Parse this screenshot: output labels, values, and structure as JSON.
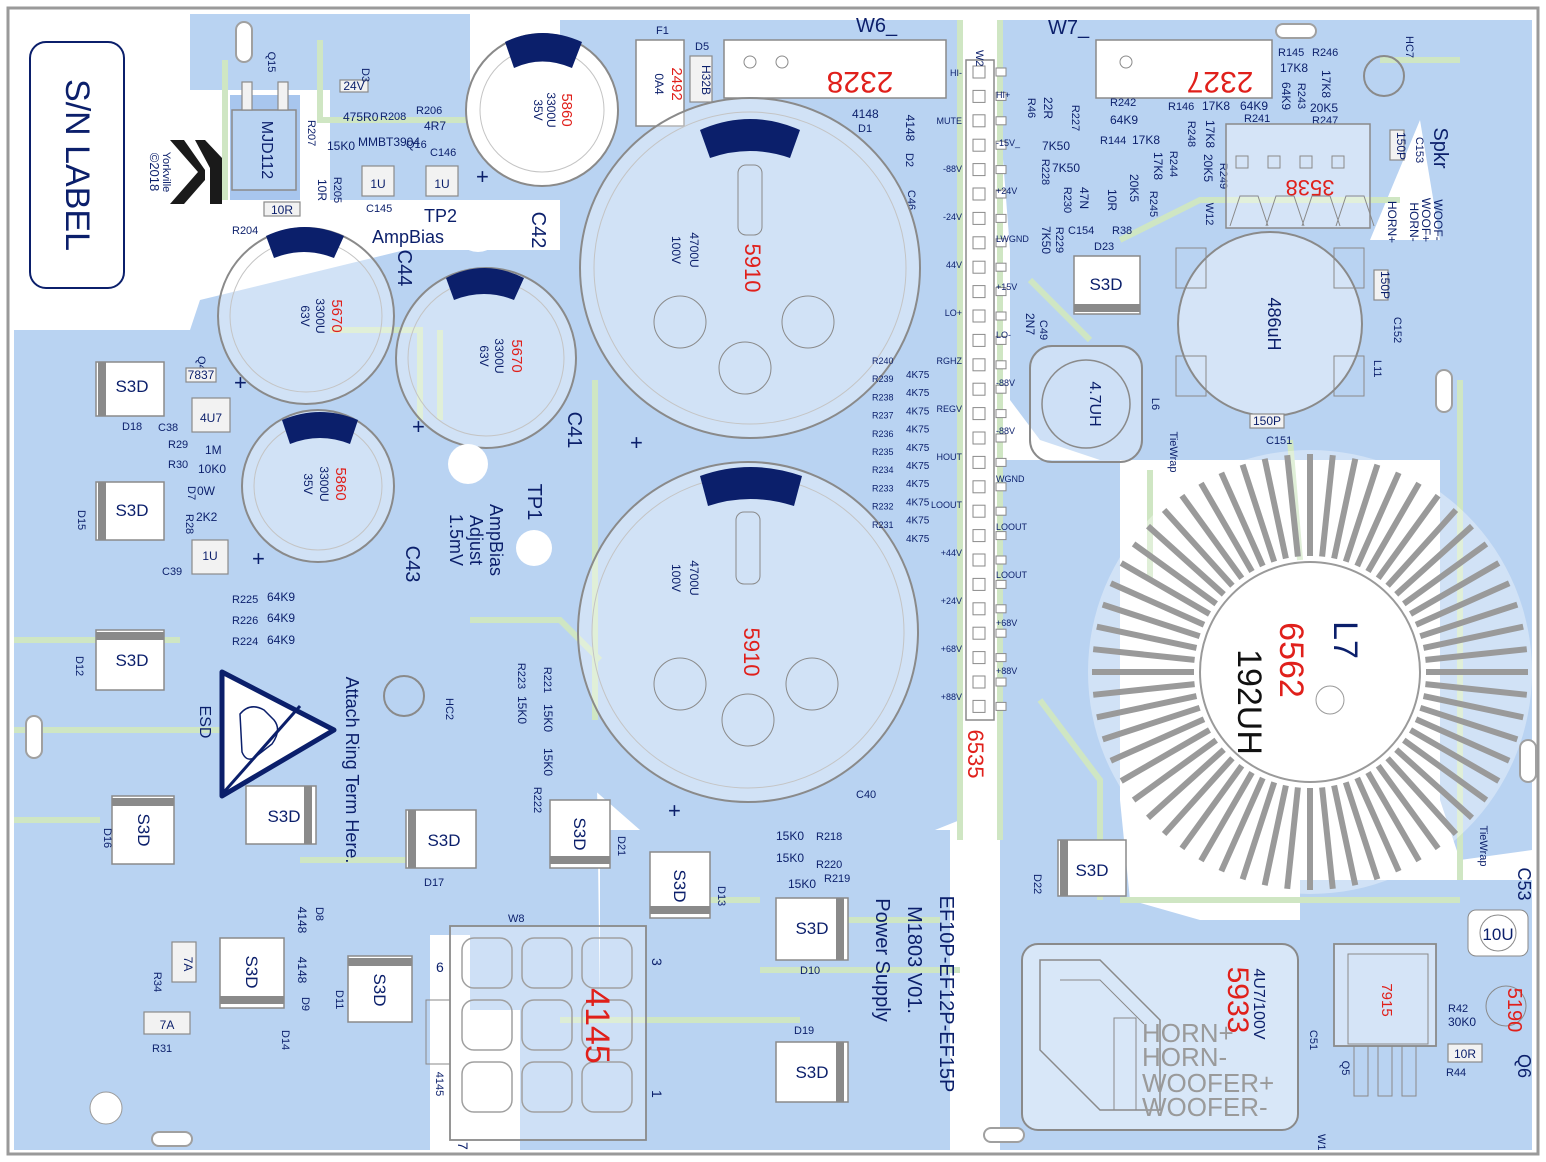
{
  "colors": {
    "board": "#ffffff",
    "copper": "#b9d3f2",
    "copper_dark": "#a8c6ee",
    "trace": "#cfe6c3",
    "silkscreen": "#0b1f6b",
    "part_number": "#e0201b",
    "outline": "#8a8a8a",
    "polarity_band": "#0b1f6b"
  },
  "board": {
    "sn_label": "S/N LABEL",
    "copyright": "©2018",
    "brand": "Yorkville",
    "title_line1": "EF10P-EF12P-EF15P",
    "title_line2": "M1803  V01.",
    "title_line3": "Power Supply",
    "esd_label": "ESD",
    "attach_note": "Attach Ring Term Here.",
    "tp2_label": "TP2",
    "tp2_desc": "AmpBias",
    "tp1_label": "TP1",
    "tp1_desc_1": "AmpBias",
    "tp1_desc_2": "Adjust",
    "tp1_desc_3": "1.5mV",
    "hc7": "HC7",
    "hc2": "HC2",
    "tie_wrap": "TieWrap"
  },
  "capacitors": {
    "c42": {
      "ref": "C42",
      "value": "3300U",
      "voltage": "35V",
      "pn": "5860"
    },
    "c44": {
      "ref": "C44",
      "value": "3300U",
      "voltage": "63V",
      "pn": "5670"
    },
    "c41": {
      "ref": "C41",
      "value": "3300U",
      "voltage": "63V",
      "pn": "5670"
    },
    "c43": {
      "ref": "C43",
      "value": "3300U",
      "voltage": "35V",
      "pn": "5860"
    },
    "big_top": {
      "value": "4700U",
      "voltage": "100V",
      "pn": "5910"
    },
    "big_bottom": {
      "value": "4700U",
      "voltage": "100V",
      "pn": "5910"
    },
    "c40": "C40",
    "c51": {
      "ref": "C51",
      "value": "4U7/100V",
      "pn": "5933"
    },
    "c53": {
      "ref": "C53",
      "value": "10U"
    },
    "c145": {
      "ref": "C145",
      "value": "1U"
    },
    "c146": {
      "ref": "C146",
      "value": "1U"
    },
    "c38": {
      "ref": "C38",
      "value": "4U7"
    },
    "c39": {
      "ref": "C39",
      "value": "1U"
    },
    "c151": {
      "ref": "C151",
      "value": "150P"
    },
    "c152": {
      "ref": "C152",
      "value": "150P"
    },
    "c153": {
      "ref": "C153",
      "value": "150P"
    },
    "c154": "C154",
    "c49": {
      "ref": "C49",
      "value": "2N7"
    },
    "c46": "C46",
    "plus": "+"
  },
  "inductors": {
    "l7": {
      "ref": "L7",
      "pn": "6562",
      "value": "192UH"
    },
    "l11": {
      "ref": "L11",
      "value": "486uH"
    },
    "l6": {
      "ref": "L6",
      "value": "4.7UH"
    }
  },
  "connectors": {
    "w6": {
      "ref": "W6_",
      "pn": "2328"
    },
    "w7": {
      "ref": "W7_",
      "pn": "2327"
    },
    "w8": {
      "ref": "W8",
      "pn": "4145",
      "pins": [
        "6",
        "3",
        "7",
        "1"
      ]
    },
    "w12": {
      "ref": "W12",
      "pn": "3538",
      "title": "Spkr",
      "labels": [
        "WOOF-",
        "WOOF+",
        "HORN-",
        "HORN+"
      ]
    },
    "w2": {
      "ref": "W2",
      "pn": "6535"
    },
    "w1_labels": [
      "HORN+",
      "HORN-",
      "WOOFER+",
      "WOOFER-"
    ],
    "w1_ref": "W1"
  },
  "header_left_labels": [
    "HI-",
    "MUTE",
    "-88V",
    "-24V",
    "44V",
    "LO+",
    "RGHZ",
    "REGV",
    "HOUT",
    "LOOUT",
    "+44V",
    "+24V",
    "+68V",
    "+88V"
  ],
  "header_right_labels": [
    "HI+",
    "-15V_",
    "+24V",
    "LWGND",
    "+15V",
    "LO-",
    "-88V",
    "-88V",
    "WGND",
    "LOOUT",
    "LOOUT",
    "+68V",
    "+88V"
  ],
  "resistor_column": {
    "refs": [
      "R240",
      "R239",
      "R238",
      "R237",
      "R236",
      "R235",
      "R234",
      "R233",
      "R232",
      "R231"
    ],
    "values": [
      "4K75",
      "4K75",
      "4K75",
      "4K75",
      "4K75",
      "4K75",
      "4K75",
      "4K75",
      "4K75",
      "4K75"
    ]
  },
  "diodes_s3d": {
    "label": "S3D",
    "refs": [
      "D18",
      "D15",
      "D12",
      "D16",
      "D17",
      "D21",
      "D13",
      "D10",
      "D11",
      "D14",
      "D19",
      "D22",
      "D23"
    ]
  },
  "small_parts": {
    "f1": {
      "ref": "F1",
      "value": "0A4",
      "pn": "2492"
    },
    "d5": {
      "ref": "D5",
      "value": "H32B"
    },
    "d1": {
      "ref": "D1",
      "value": "4148"
    },
    "d2": {
      "ref": "D2",
      "value": "4148"
    },
    "d3": {
      "ref": "D3",
      "value": "24V"
    },
    "q15": {
      "ref": "Q15",
      "value": "MJD112"
    },
    "q16": {
      "ref": "Q16",
      "value": "MMBT3904"
    },
    "q4": {
      "ref": "Q4",
      "value": "7837"
    },
    "q5": {
      "ref": "Q5",
      "value": "7915"
    },
    "q6": {
      "ref": "Q6",
      "pn": "5190"
    },
    "d7": {
      "ref": "D7",
      "value": "0W"
    },
    "d8": {
      "ref": "D8",
      "value": "4148"
    },
    "d9": {
      "ref": "D9",
      "value": "4148"
    },
    "fuse_a": {
      "ref": "R34",
      "value": "7A"
    },
    "fuse_b": {
      "ref": "R31",
      "value": "7A"
    },
    "r204": {
      "ref": "R204",
      "value": "10R"
    },
    "r205": {
      "ref": "R205",
      "value": "10R"
    },
    "r206": {
      "ref": "R206",
      "value": "4R7"
    },
    "r207": {
      "ref": "R207",
      "value": "15K0"
    },
    "r208": {
      "ref": "R208",
      "value": "475R0"
    },
    "r29": {
      "ref": "R29",
      "value": "1M"
    },
    "r30": {
      "ref": "R30",
      "value": "10K0"
    },
    "r28": {
      "ref": "R28",
      "value": "2K2"
    },
    "r225": {
      "ref": "R225",
      "value": "64K9"
    },
    "r226": {
      "ref": "R226",
      "value": "64K9"
    },
    "r224": {
      "ref": "R224",
      "value": "64K9"
    },
    "r221": {
      "ref": "R221",
      "value": "15K0"
    },
    "r222": {
      "ref": "R222",
      "value": "15K0"
    },
    "r223": {
      "ref": "R223",
      "value": "15K0"
    },
    "r218": {
      "ref": "R218",
      "value": "15K0"
    },
    "r220": {
      "ref": "R220",
      "value": "15K0"
    },
    "r219": {
      "ref": "R219",
      "value": "15K0"
    },
    "r42": {
      "ref": "R42",
      "value": "30K0"
    },
    "r44": {
      "ref": "R44",
      "value": "10R"
    },
    "r46": {
      "ref": "R46",
      "value": "22R"
    },
    "r227": {
      "ref": "R227",
      "value": "7K50"
    },
    "r228": {
      "ref": "R228",
      "value": "7K50"
    },
    "r230": {
      "ref": "R230",
      "value": "47N"
    },
    "r229": {
      "ref": "R229",
      "value": "7K50"
    },
    "r38": {
      "ref": "R38",
      "value": "10R"
    },
    "r242": {
      "ref": "R242",
      "value": "64K9"
    },
    "r144": {
      "ref": "R144",
      "value": "17K8"
    },
    "r146": {
      "ref": "R146",
      "value": "17K8"
    },
    "r145": {
      "ref": "R145",
      "value": "17K8"
    },
    "r246": {
      "ref": "R246",
      "value": "17K8"
    },
    "r243": {
      "ref": "R243",
      "value": "64K9"
    },
    "r241": {
      "ref": "R241",
      "value": "64K9"
    },
    "r247": {
      "ref": "R247",
      "value": "20K5"
    },
    "r248": {
      "ref": "R248",
      "value": "17K8"
    },
    "r249": {
      "ref": "R249",
      "value": "20K5"
    },
    "r244": {
      "ref": "R244",
      "value": "17K8"
    },
    "r245": {
      "ref": "R245",
      "value": "20K5"
    }
  }
}
